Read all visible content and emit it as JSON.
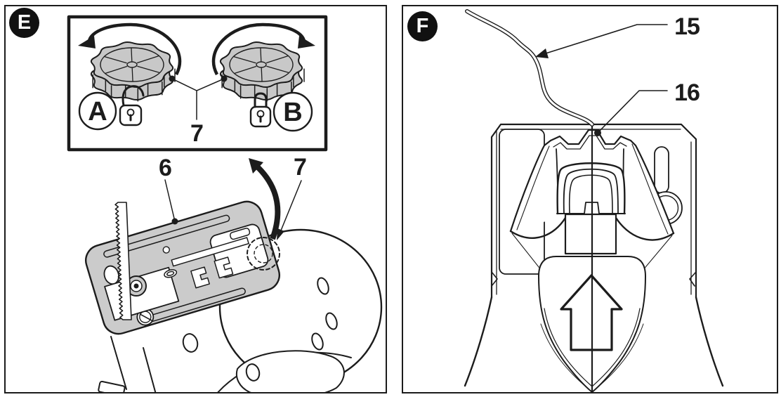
{
  "colors": {
    "ink": "#1c1c1c",
    "knob_gray": "#c8c8c8",
    "plate_gray": "#cbcbcb",
    "paper": "#ffffff"
  },
  "panel_e": {
    "badge": "E",
    "inset": {
      "callout_knobs": "7",
      "position_unlock": {
        "label": "A",
        "state": "unlocked"
      },
      "position_lock": {
        "label": "B",
        "state": "locked"
      },
      "left_knob_rotation": "counterclockwise",
      "right_knob_rotation": "clockwise"
    },
    "callout_cover": "6",
    "callout_knob": "7"
  },
  "panel_f": {
    "badge": "F",
    "callout_cutting_line": "15",
    "callout_notch": "16"
  }
}
